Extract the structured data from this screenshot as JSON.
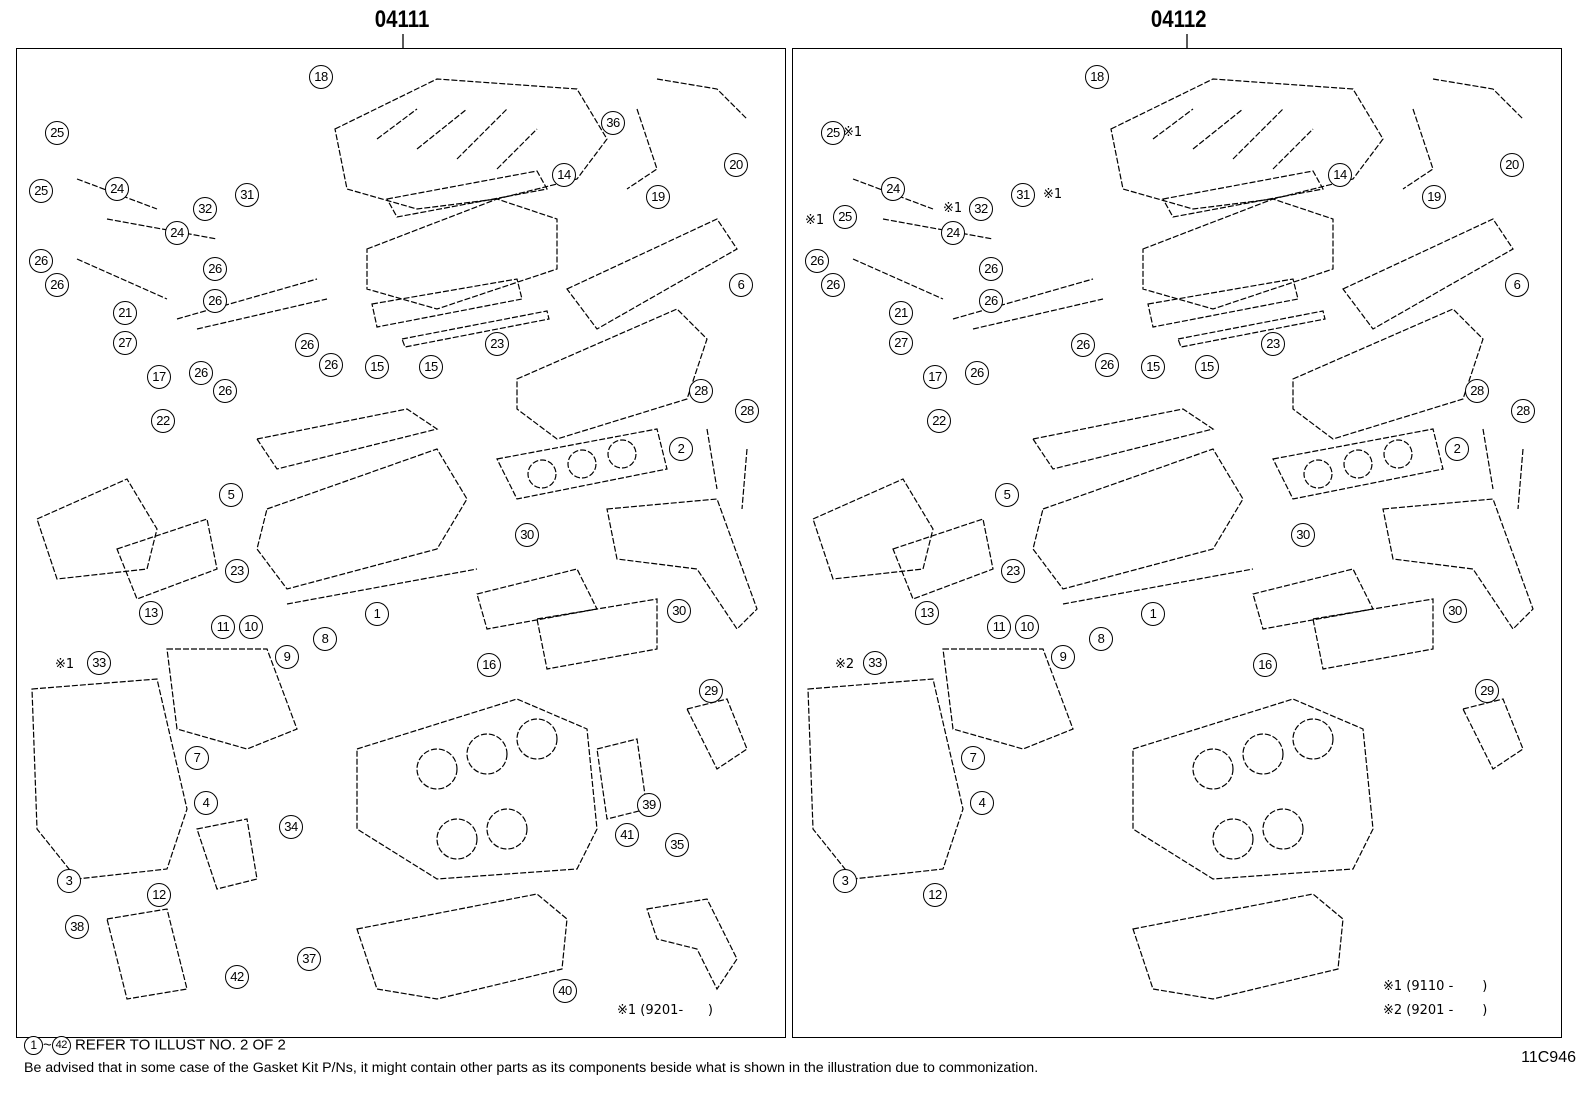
{
  "kits": [
    {
      "kit_id": "04111",
      "callouts": [
        "1",
        "2",
        "3",
        "4",
        "5",
        "6",
        "7",
        "8",
        "9",
        "10",
        "11",
        "12",
        "13",
        "14",
        "15",
        "15",
        "16",
        "17",
        "18",
        "19",
        "20",
        "21",
        "22",
        "23",
        "23",
        "24",
        "24",
        "25",
        "25",
        "26",
        "26",
        "26",
        "26",
        "26",
        "26",
        "26",
        "26",
        "27",
        "28",
        "28",
        "29",
        "30",
        "30",
        "31",
        "32",
        "33",
        "34",
        "35",
        "36",
        "37",
        "38",
        "39",
        "40",
        "41",
        "42"
      ],
      "marks": [
        "※1"
      ],
      "notes": [
        "※1 (9201-      )"
      ]
    },
    {
      "kit_id": "04112",
      "callouts": [
        "1",
        "2",
        "3",
        "4",
        "5",
        "6",
        "7",
        "8",
        "9",
        "10",
        "11",
        "12",
        "13",
        "14",
        "15",
        "15",
        "16",
        "17",
        "18",
        "19",
        "20",
        "21",
        "22",
        "23",
        "23",
        "24",
        "24",
        "25",
        "25",
        "26",
        "26",
        "26",
        "26",
        "26",
        "26",
        "26",
        "27",
        "28",
        "28",
        "29",
        "30",
        "30",
        "31",
        "32",
        "33"
      ],
      "marks": [
        "※1",
        "※1",
        "※1",
        "※1",
        "※2"
      ],
      "notes": [
        "※1 (9110 -       )",
        "※2 (9201 -       )"
      ]
    }
  ],
  "footer": {
    "refer_range_start": "1",
    "refer_range_sep": "~",
    "refer_range_end": "42",
    "refer_text": "REFER TO ILLUST NO. 2 OF 2",
    "advisory": "Be advised that in some case of the Gasket Kit P/Ns,  it might contain other parts as its components beside what is shown in the illustration due to commonization.",
    "illustration_code": "11C946"
  }
}
